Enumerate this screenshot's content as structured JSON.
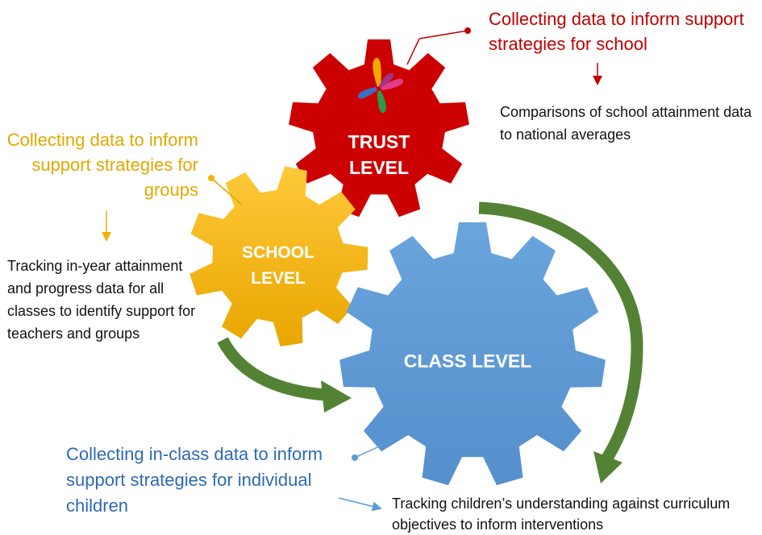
{
  "trust": {
    "gear_label": "TRUST LEVEL",
    "heading": "Collecting data to inform support strategies for school",
    "detail": "Comparisons of school attainment data to national averages",
    "color": "#cc0000"
  },
  "school": {
    "gear_label": "SCHOOL LEVEL",
    "heading": "Collecting data to inform support strategies for groups",
    "detail": "Tracking in-year attainment and progress data for all classes to identify support for teachers and groups",
    "color": "#f5b800"
  },
  "class": {
    "gear_label": "CLASS LEVEL",
    "heading": "Collecting in-class data to inform support strategies for individual children",
    "detail": "Tracking children’s understanding against curriculum objectives to inform interventions",
    "color": "#5b9bd5"
  },
  "arrow_color": "#548235"
}
